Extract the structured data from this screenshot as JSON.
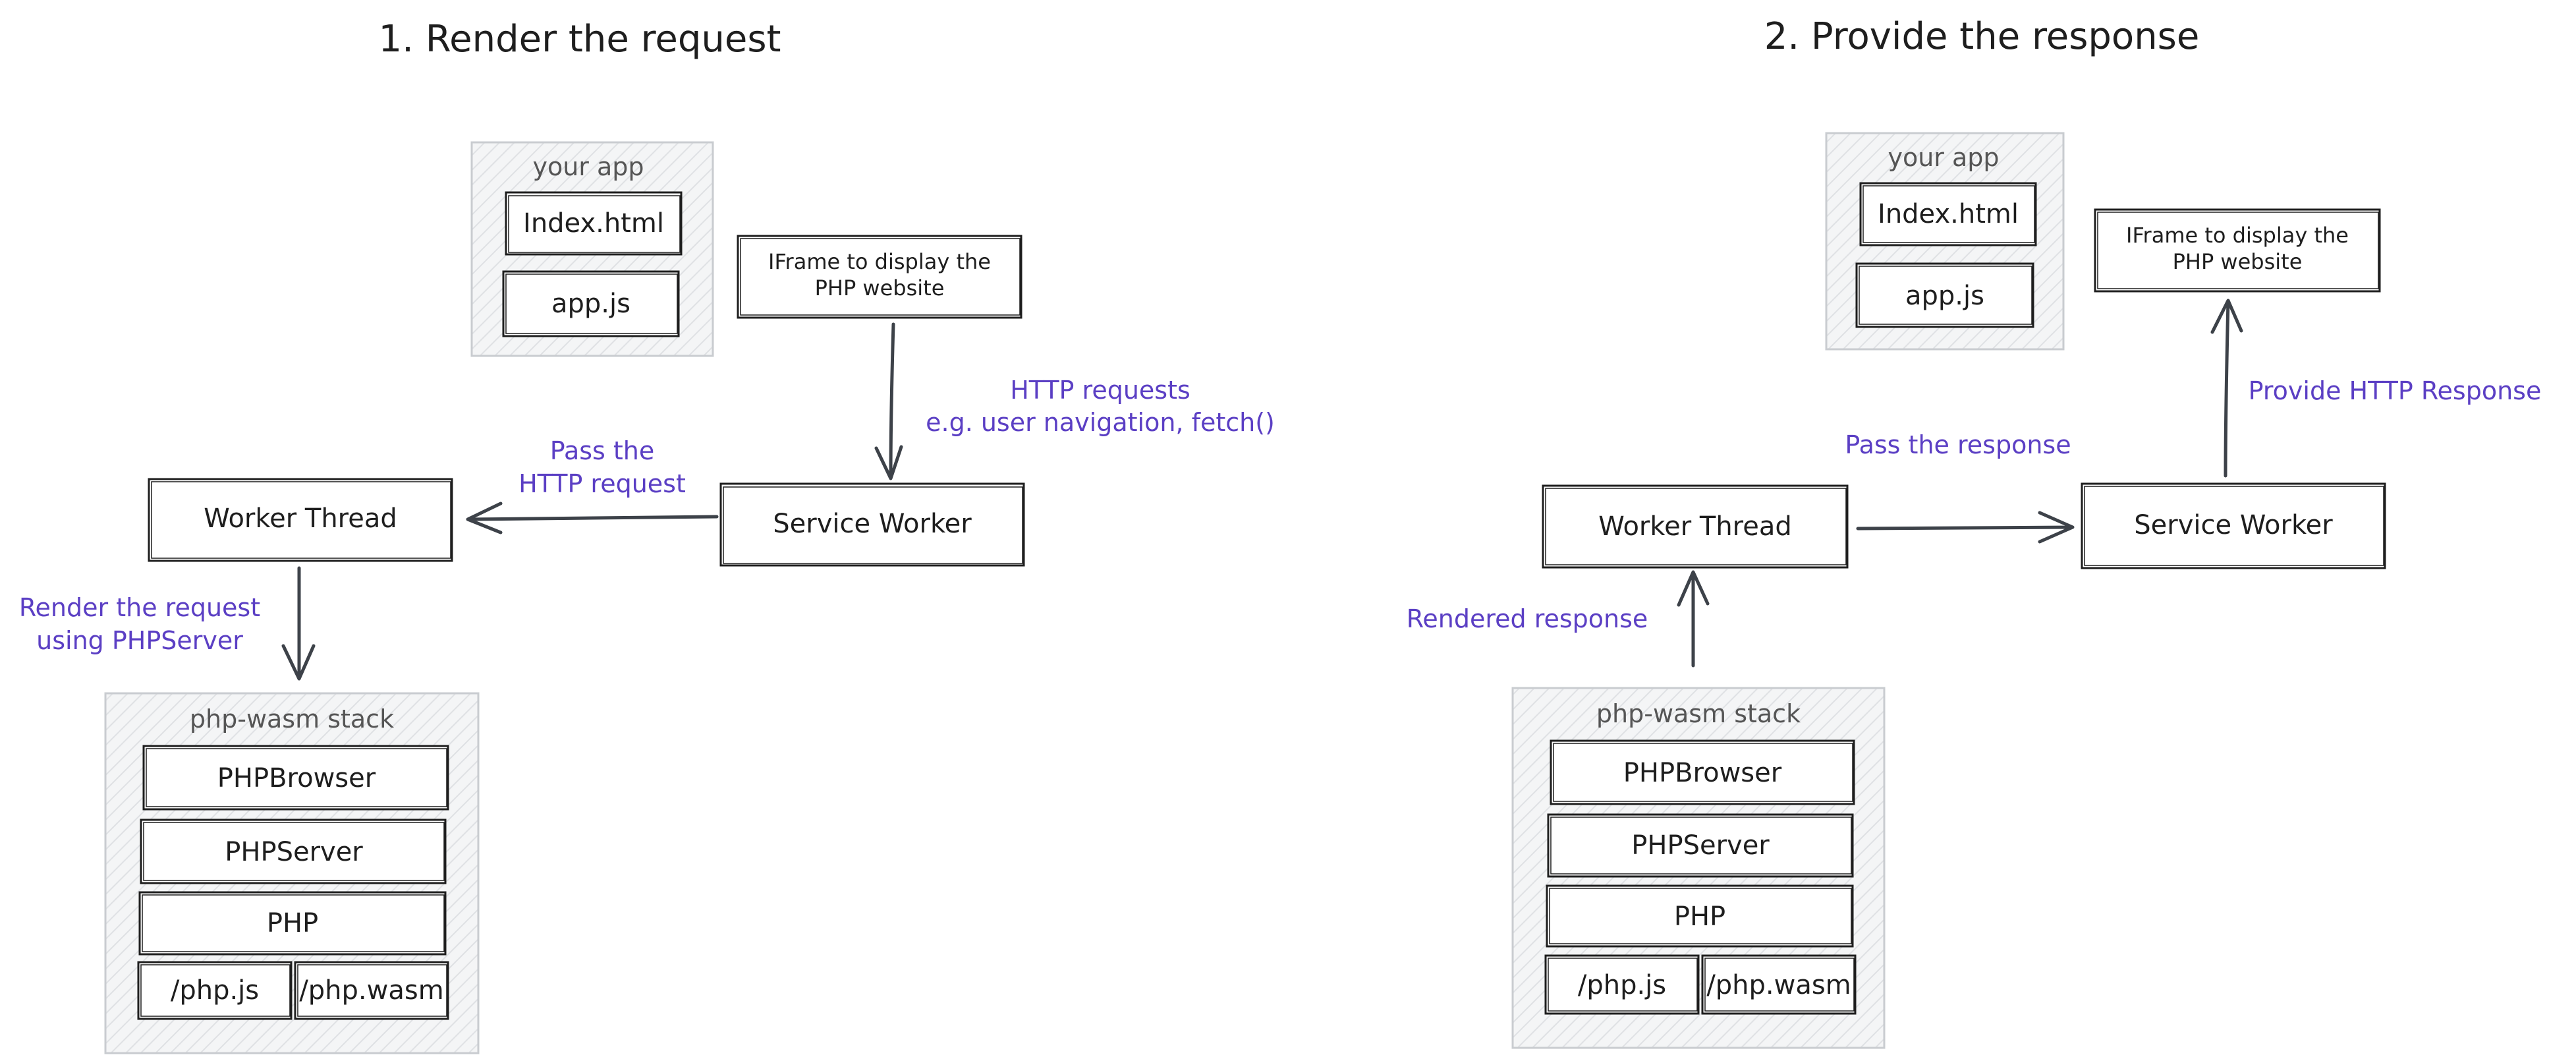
{
  "left": {
    "title": "1. Render the request",
    "app_group": {
      "label": "your app",
      "items": [
        "Index.html",
        "app.js"
      ]
    },
    "iframe": {
      "lines": [
        "IFrame to display the",
        "PHP website"
      ]
    },
    "service_worker": "Service Worker",
    "worker_thread": "Worker Thread",
    "notes": {
      "http_requests": [
        "HTTP requests",
        "e.g. user navigation, fetch()"
      ],
      "pass_request": [
        "Pass the",
        "HTTP request"
      ],
      "render_request": [
        "Render the request",
        "using PHPServer"
      ]
    },
    "stack": {
      "label": "php-wasm stack",
      "items": [
        "PHPBrowser",
        "PHPServer",
        "PHP"
      ],
      "files": [
        "/php.js",
        "/php.wasm"
      ]
    }
  },
  "right": {
    "title": "2. Provide the response",
    "app_group": {
      "label": "your app",
      "items": [
        "Index.html",
        "app.js"
      ]
    },
    "iframe": {
      "lines": [
        "IFrame to display the",
        "PHP website"
      ]
    },
    "service_worker": "Service Worker",
    "worker_thread": "Worker Thread",
    "notes": {
      "provide_response": "Provide HTTP Response",
      "pass_response": "Pass the response",
      "rendered_response": "Rendered response"
    },
    "stack": {
      "label": "php-wasm stack",
      "items": [
        "PHPBrowser",
        "PHPServer",
        "PHP"
      ],
      "files": [
        "/php.js",
        "/php.wasm"
      ]
    }
  },
  "colors": {
    "annotation": "#5b3fc4",
    "stroke": "#1e1e1e",
    "group_border": "#c9ccd0"
  }
}
